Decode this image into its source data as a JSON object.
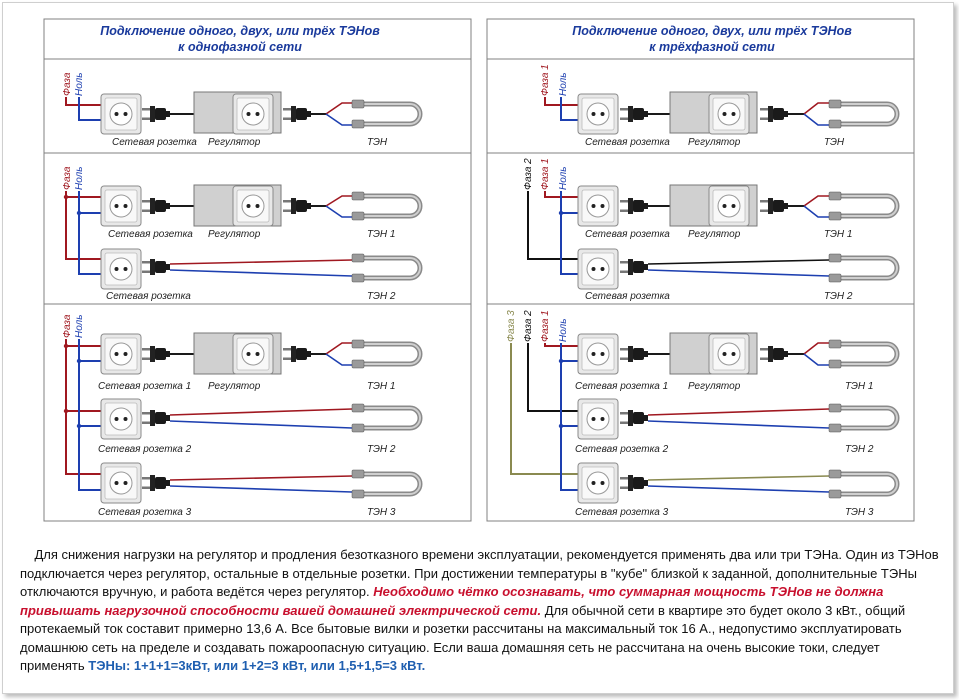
{
  "panels": {
    "left": {
      "title_line1": "Подключение одного, двух, или трёх ТЭНов",
      "title_line2": "к однофазной сети"
    },
    "right": {
      "title_line1": "Подключение одного, двух, или трёх ТЭНов",
      "title_line2": "к трёхфазной сети"
    }
  },
  "labels": {
    "faza": "Фаза",
    "nol": "Ноль",
    "faza1": "Фаза 1",
    "faza2": "Фаза 2",
    "faza3": "Фаза 3",
    "socket": "Сетевая розетка",
    "socket1": "Сетевая розетка 1",
    "socket2": "Сетевая розетка 2",
    "socket3": "Сетевая розетка 3",
    "regulator": "Регулятор",
    "ten": "ТЭН",
    "ten1": "ТЭН 1",
    "ten2": "ТЭН 2",
    "ten3": "ТЭН 3"
  },
  "colors": {
    "phase1": "#a01820",
    "neutral": "#1d3fb0",
    "phase2": "#111111",
    "phase3": "#8a8a50",
    "title": "#1a3a9c"
  },
  "description": {
    "p1": "Для снижения нагрузки на регулятор и продления безотказного времени эксплуатации, рекомендуется применять два или три ТЭНа. Один из ТЭНов подключается через регулятор, остальные в отдельные розетки. При достижении температуры в \"кубе\" близкой к заданной, дополнительные ТЭНы отключаются вручную, и работа ведётся через регулятор.",
    "warning": "Необходимо чётко осознавать, что суммарная мощность ТЭНов  не должна привышать нагрузочной способности вашей домашней электрической сети.",
    "p2": "Для обычной сети в квартире это будет около 3 кВт., общий протекаемый ток составит примерно 13,6 А. Все бытовые вилки и розетки рассчитаны на максимальный ток 16 А., недопустимо эксплуатировать домашнюю сеть на пределе и создавать пожароопасную ситуацию. Если ваша домашняя сеть не рассчитана на очень высокие токи, следует применять",
    "options": "ТЭНы: 1+1+1=3кВт, или 1+2=3 кВт, или 1,5+1,5=3 кВт."
  }
}
